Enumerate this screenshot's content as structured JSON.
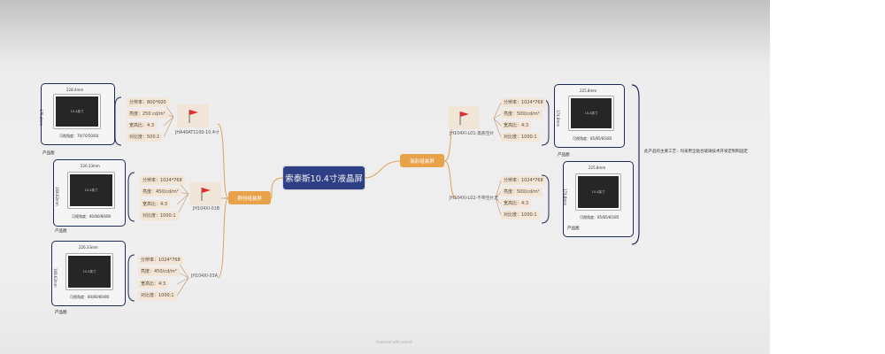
{
  "root": {
    "label": "索泰斯10.4寸液晶屏"
  },
  "left_branch": {
    "label": "群创组装屏"
  },
  "right_branch": {
    "label": "瑞彩组装屏"
  },
  "product_label": "产品图",
  "left_items": [
    {
      "model": "JHA40AT1100-10.4寸",
      "specs": [
        "分辨率：800*600",
        "亮度：250 cd/m²",
        "宽高比：4:3",
        "对比度：500:1"
      ],
      "dim_top": "228.4mm",
      "dim_side": "175.4mm",
      "area": "可视角度：70/70/50/60",
      "screen_text": "10.4英寸"
    },
    {
      "model": "JH104XI-01B",
      "specs": [
        "分辨率：1024*768",
        "亮度：450/cd/m²",
        "宽高比：4:3",
        "对比度：1000:1"
      ],
      "dim_top": "226.33mm",
      "dim_side": "168.62mm",
      "area": "可视角度：80/80/80/80",
      "screen_text": "10.4英寸"
    },
    {
      "model": "JH104XI-03A",
      "specs": [
        "分辨率：1024*768",
        "亮度：450/cd/m²",
        "宽高比：4:3",
        "对比度：1000:1"
      ],
      "dim_top": "226.33mm",
      "dim_side": "168.62mm",
      "area": "可视角度：80/80/80/80",
      "screen_text": "10.4英寸"
    }
  ],
  "right_items": [
    {
      "model": "JH104XI-L01-黑底空片",
      "specs": [
        "分辨率：1024*768",
        "亮度：500/cd/m²",
        "宽高比：4:3",
        "对比度：1000:1"
      ],
      "dim_top": "225.8mm",
      "dim_side": "174.8mm",
      "area": "可视角度：85/85/85/85",
      "screen_text": "10.4英寸"
    },
    {
      "model": "JH104XI-L02-不带空片无",
      "specs": [
        "分辨率：1024*768",
        "亮度：500/cd/m²",
        "宽高比：4:3",
        "对比度：1000:1"
      ],
      "dim_top": "225.8mm",
      "dim_side": "174.8mm",
      "area": "可视角度：85/85/85/85",
      "screen_text": "10.4英寸"
    }
  ],
  "note": "此产品的主要工艺：均采用全贴合玻璃技术开发定制和固定",
  "footer": "Powered with xmind",
  "colors": {
    "root": "#2f3f86",
    "branch": "#e8a24a",
    "tag": "#f3e6d6",
    "line": "#e0a25a",
    "frame": "#1e2a55"
  }
}
